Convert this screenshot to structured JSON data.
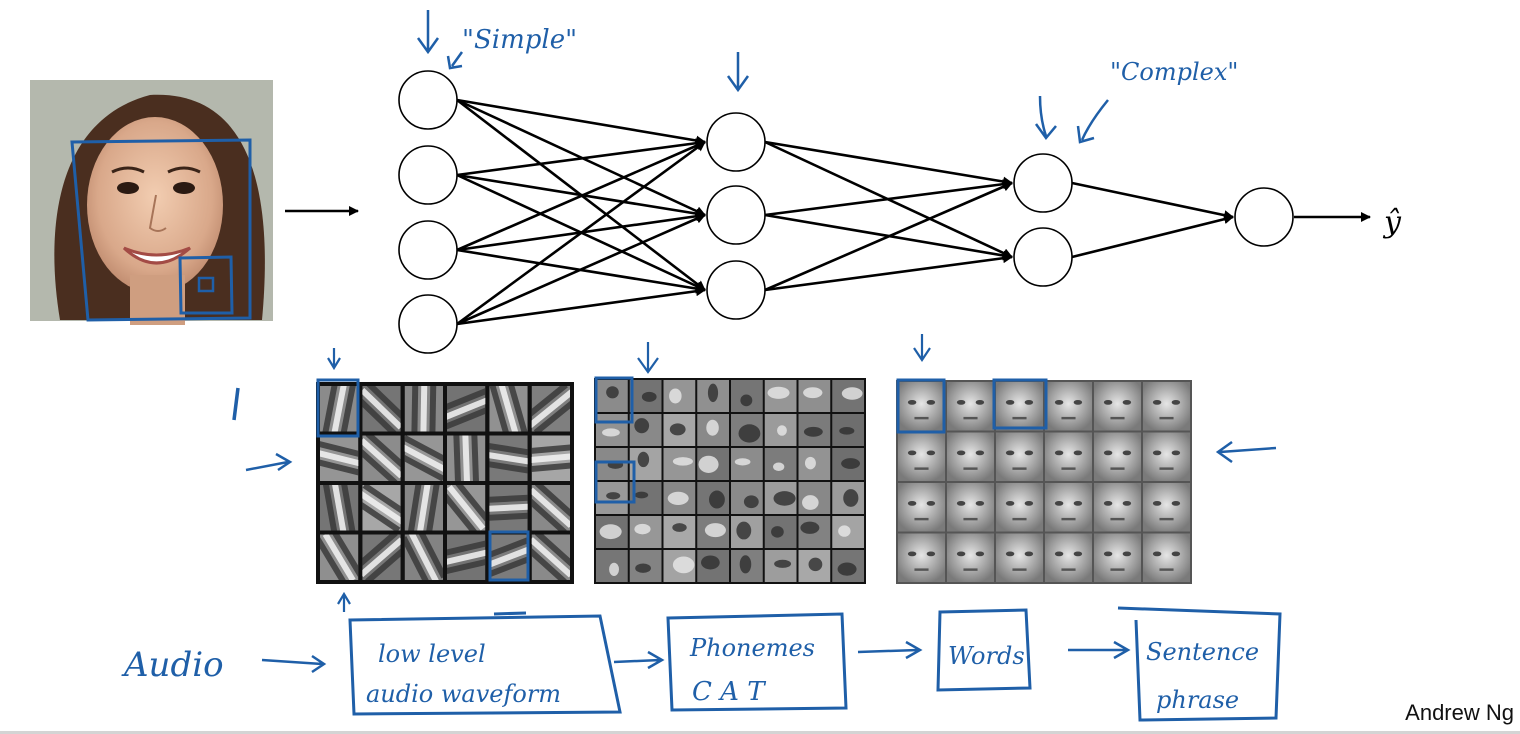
{
  "annotations": {
    "simple": "\"Simple\"",
    "complex": "\"Complex\"",
    "output": "ŷ"
  },
  "pipeline": {
    "input": "Audio",
    "stages": [
      {
        "line1": "low level",
        "line2": "audio waveform"
      },
      {
        "line1": "Phonemes",
        "line2": "C  A  T"
      },
      {
        "line1": "Words",
        "line2": ""
      },
      {
        "line1": "Sentence",
        "line2": "phrase"
      }
    ]
  },
  "footer": {
    "author": "Andrew Ng"
  },
  "network": {
    "layers": [
      4,
      3,
      2,
      1
    ]
  },
  "colors": {
    "ink": "#1f5fa8",
    "node_stroke": "#000000",
    "grid_bg": "#111111"
  }
}
